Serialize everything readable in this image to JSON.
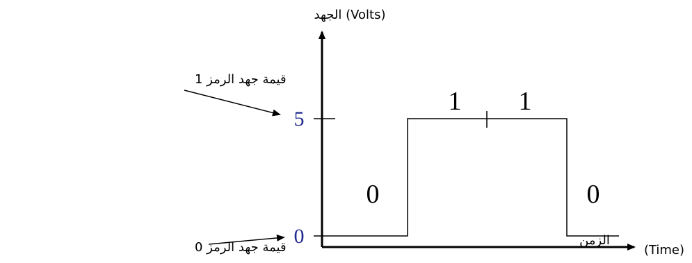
{
  "diagram": {
    "y_axis_label": "الجهد (Volts)",
    "x_axis_label_arabic": "الزمن",
    "x_axis_label_english": "(Time)",
    "level_high_value": "5",
    "level_low_value": "0",
    "symbol_labels": [
      "0",
      "1",
      "1",
      "0"
    ],
    "annotation_symbol_1": "قيمة جهد الرمز 1",
    "annotation_symbol_0": "قيمة جهد الرمز 0",
    "colors": {
      "axis": "#000000",
      "signal": "#000000",
      "level_value_text": "#1f2a8c"
    }
  }
}
